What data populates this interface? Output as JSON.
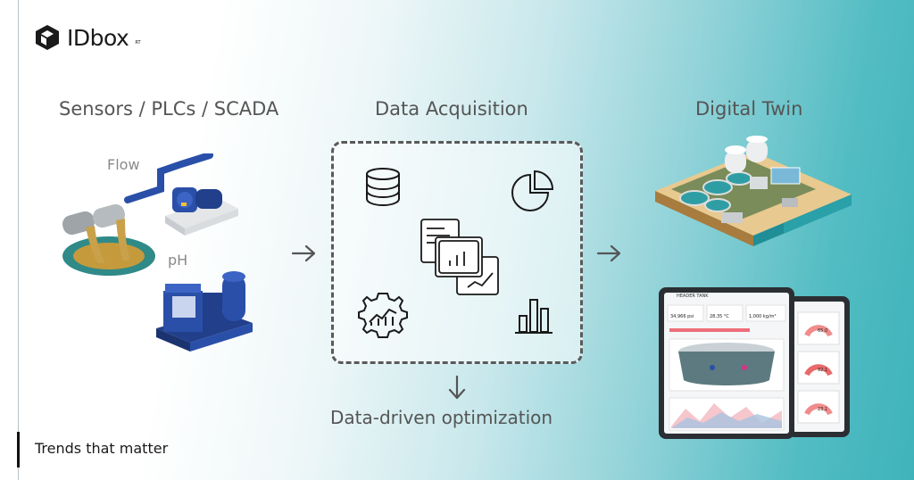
{
  "brand": {
    "name": "IDbox",
    "sup": "RT"
  },
  "headings": {
    "sources": "Sensors / PLCs / SCADA",
    "acquisition": "Data Acquisition",
    "twin": "Digital Twin"
  },
  "labels": {
    "flow": "Flow",
    "ph": "pH"
  },
  "output": "Data-driven optimization",
  "footer": "Trends that matter",
  "dashboard": {
    "title": "HEADER TANK",
    "metrics": [
      "34,966 psi",
      "28,35 °C",
      "1,000 kg/m³"
    ],
    "gauges": [
      "65,0",
      "92,1",
      "23,1"
    ]
  },
  "icons": [
    "database-icon",
    "pie-chart-icon",
    "dashboard-cards-icon",
    "gear-analytics-icon",
    "bar-chart-icon"
  ],
  "colors": {
    "accent": "#3fb3ba",
    "pump_blue": "#2a4fa8",
    "text": "#555555"
  }
}
